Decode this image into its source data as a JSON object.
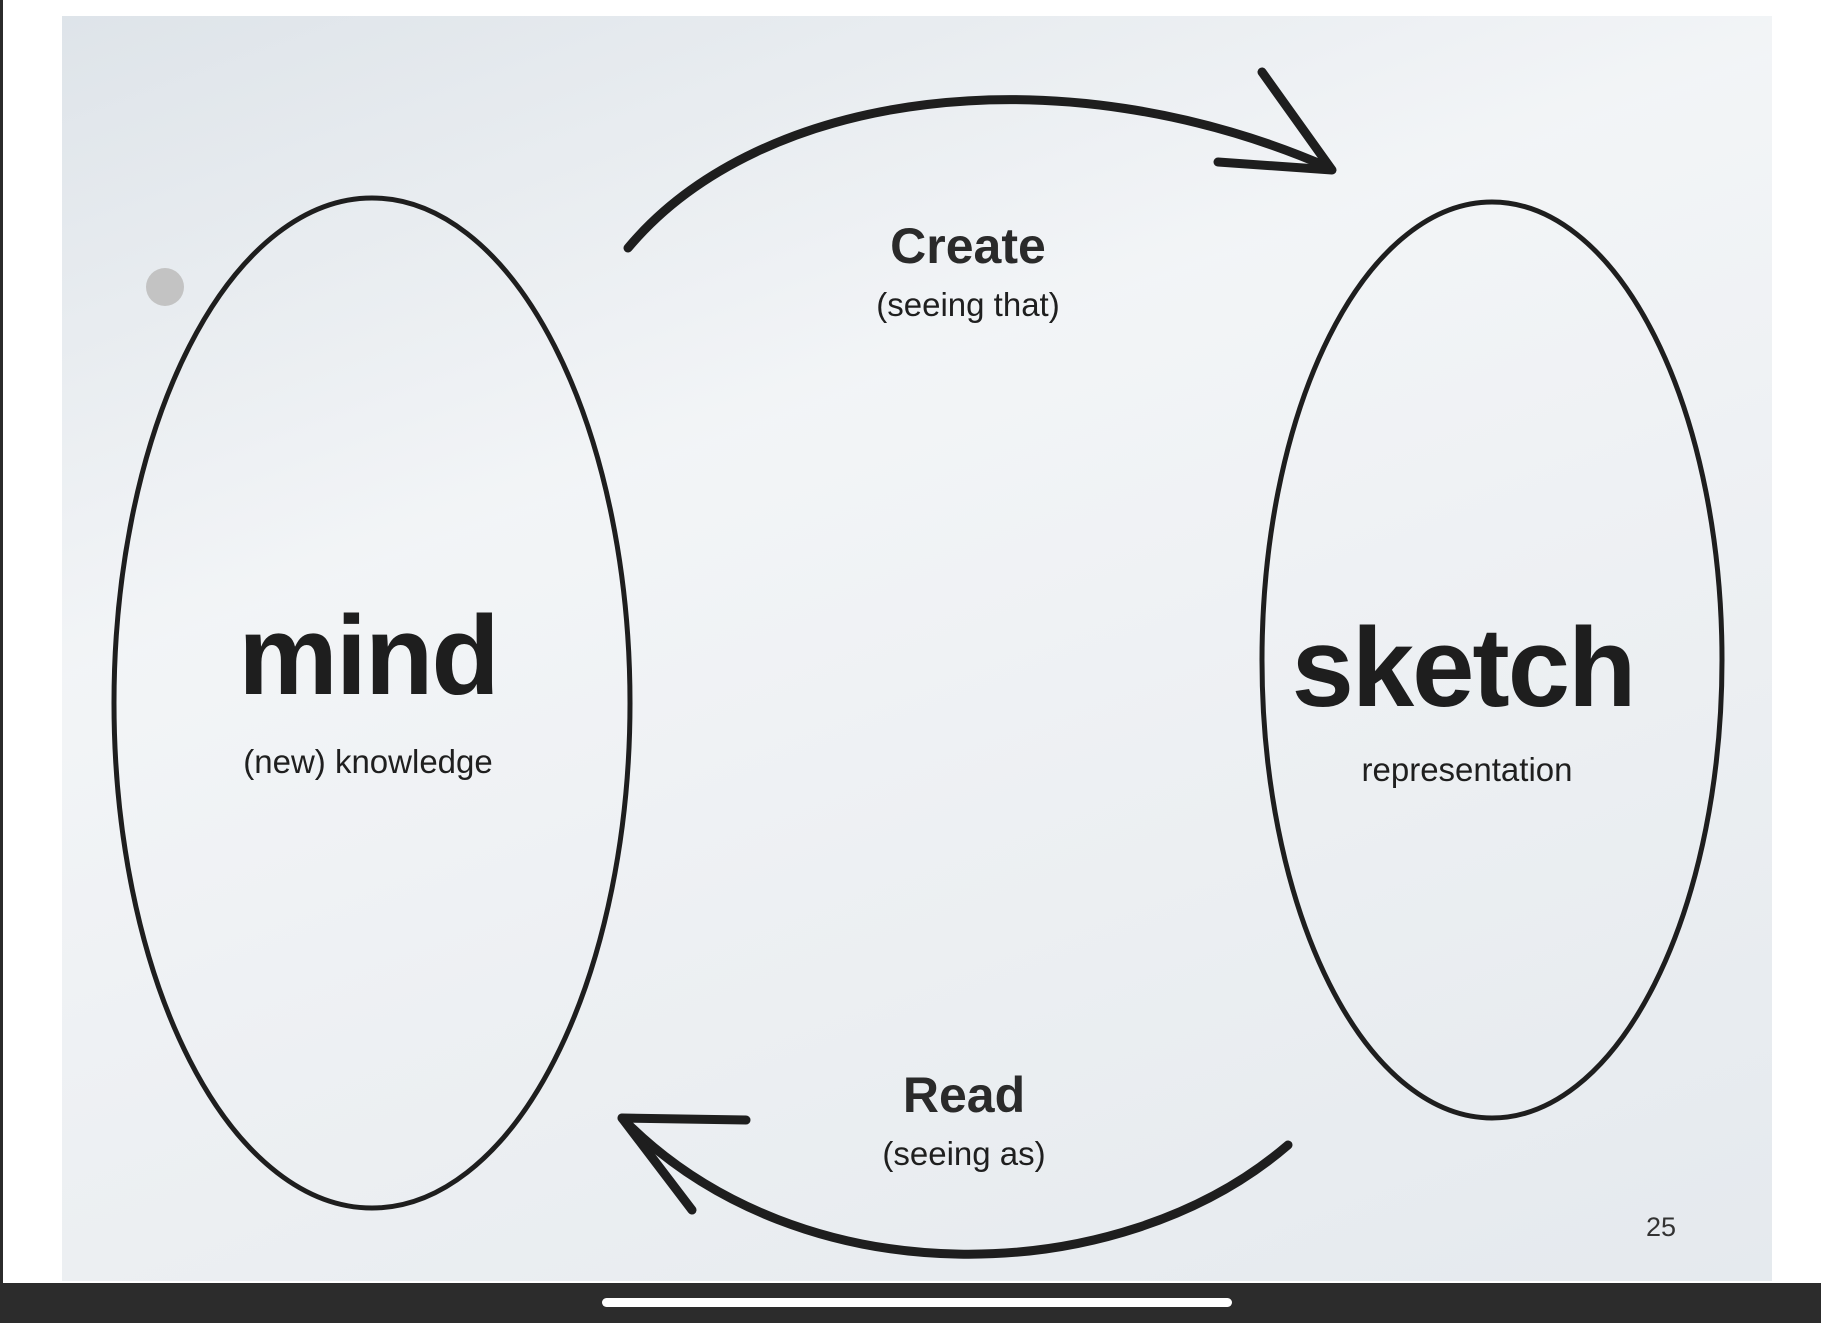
{
  "diagram": {
    "left_node": {
      "title": "mind",
      "subtitle": "(new) knowledge"
    },
    "right_node": {
      "title": "sketch",
      "subtitle": "representation"
    },
    "top_arrow": {
      "title": "Create",
      "subtitle": "(seeing that)"
    },
    "bottom_arrow": {
      "title": "Read",
      "subtitle": "(seeing as)"
    }
  },
  "page_number": "25",
  "colors": {
    "ink": "#1e1e1e",
    "background": "#f3f5f7",
    "bar": "#2c2c2c"
  }
}
